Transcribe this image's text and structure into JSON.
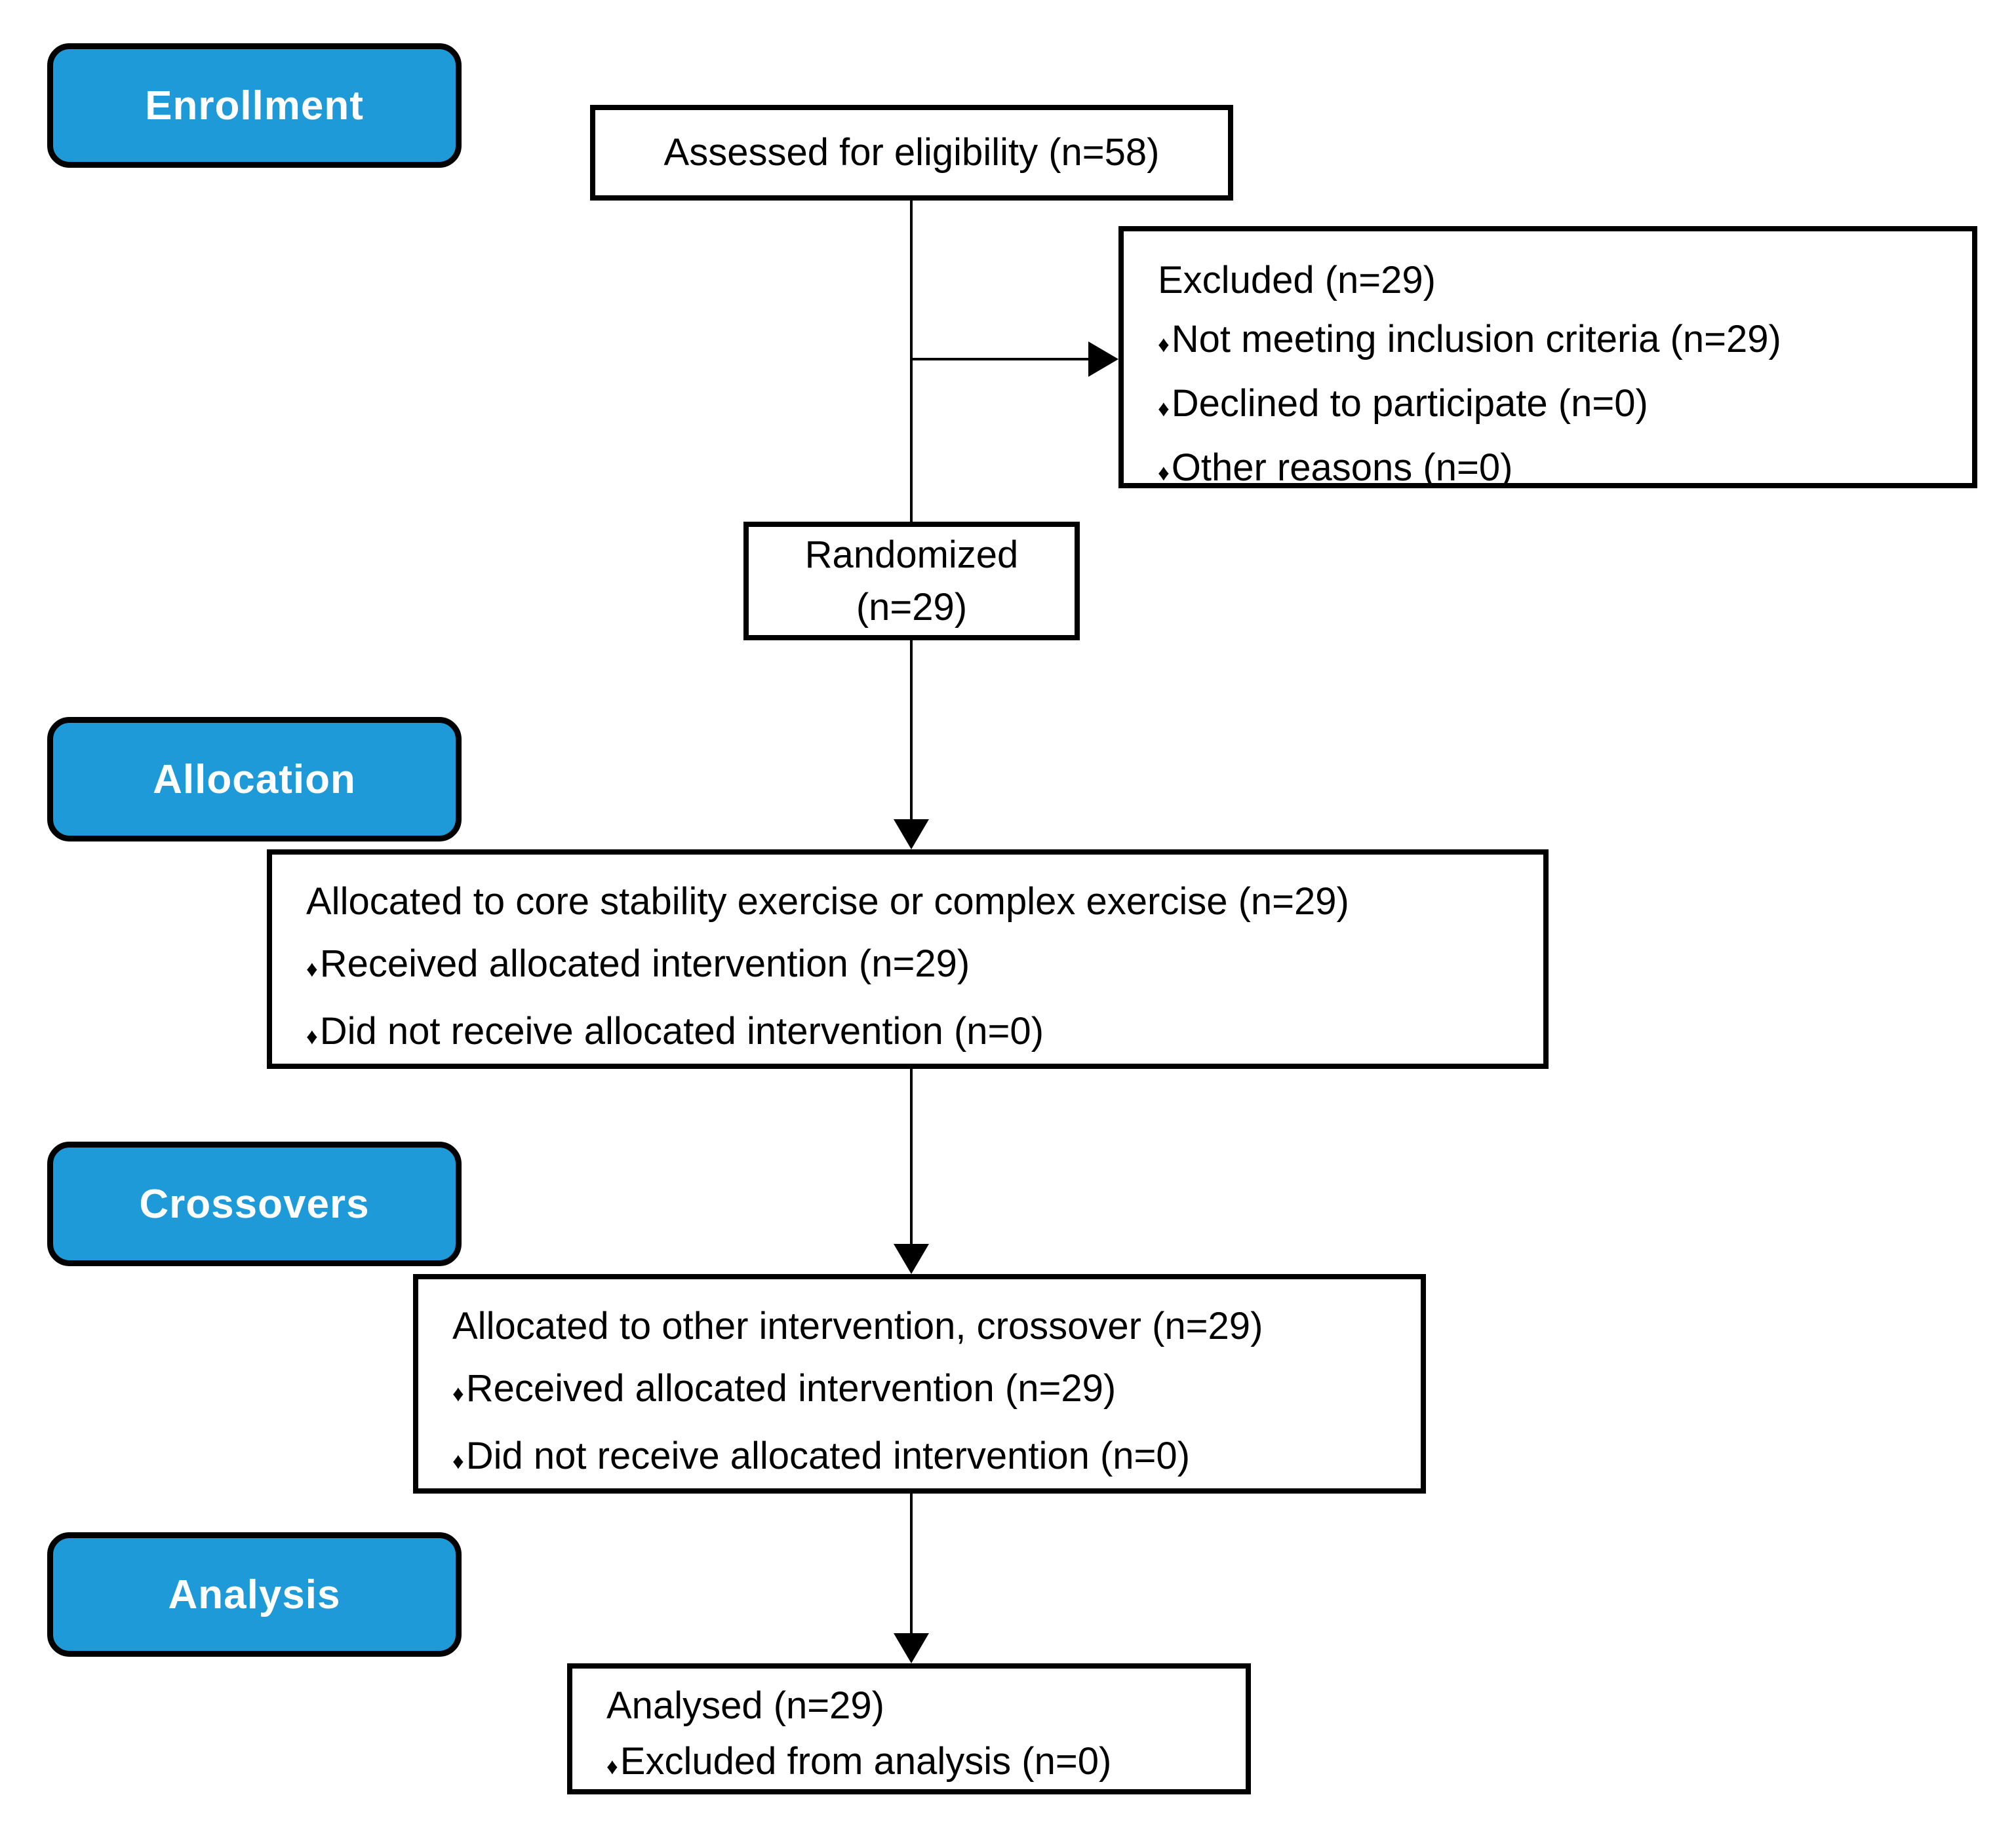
{
  "colors": {
    "stage_fill": "#1E9AD8",
    "stage_text": "#FFFFFF",
    "line_color": "#000000",
    "box_fill": "#FFFFFF",
    "text_color": "#000000"
  },
  "stages": {
    "enrollment": "Enrollment",
    "allocation": "Allocation",
    "crossovers": "Crossovers",
    "analysis": "Analysis"
  },
  "boxes": {
    "assessed": {
      "text": "Assessed for eligibility (n=58)"
    },
    "excluded": {
      "title": "Excluded (n=29)",
      "items": [
        {
          "bullet": "♦",
          "text": "Not meeting inclusion criteria (n=29)"
        },
        {
          "bullet": "♦",
          "text": "Declined to participate (n=0)"
        },
        {
          "bullet": "♦",
          "text": "Other reasons (n=0)"
        }
      ]
    },
    "randomized": {
      "line1": "Randomized",
      "line2": "(n=29)"
    },
    "allocated": {
      "title": "Allocated to core stability exercise or complex exercise (n=29)",
      "items": [
        {
          "bullet": "♦",
          "text": "Received allocated intervention (n=29)"
        },
        {
          "bullet": "♦",
          "text": "Did not receive allocated intervention (n=0)"
        }
      ]
    },
    "crossover": {
      "title": "Allocated to other intervention, crossover (n=29)",
      "items": [
        {
          "bullet": "♦",
          "text": "Received allocated intervention (n=29)"
        },
        {
          "bullet": "♦",
          "text": "Did not receive allocated intervention (n=0)"
        }
      ]
    },
    "analysed": {
      "title": "Analysed (n=29)",
      "items": [
        {
          "bullet": "♦",
          "text": "Excluded from analysis (n=0)"
        }
      ]
    }
  }
}
